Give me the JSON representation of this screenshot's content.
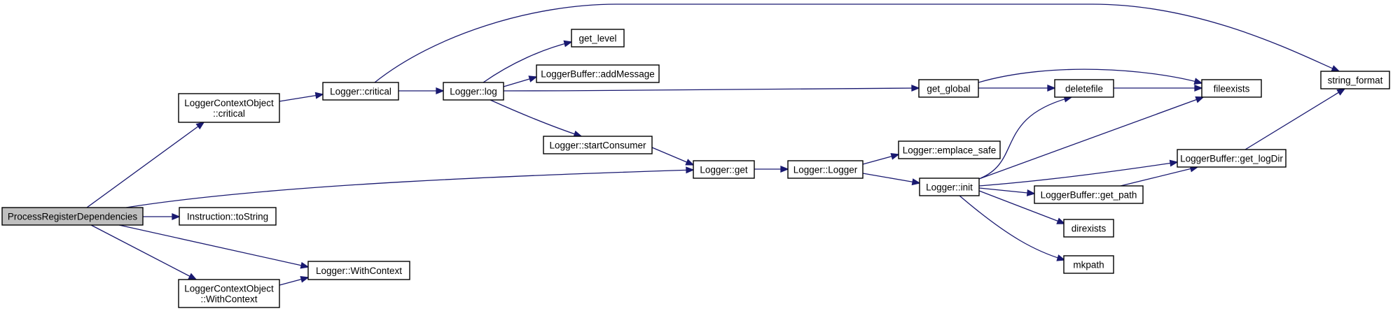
{
  "graph": {
    "node_fill": "#ffffff",
    "highlight_fill": "#bfbfbf",
    "edge_color": "#191970",
    "nodes": {
      "process_register_dependencies": {
        "lines": [
          "ProcessRegisterDependencies"
        ],
        "highlight": true
      },
      "ctx_critical": {
        "lines": [
          "LoggerContextObject",
          "::critical"
        ]
      },
      "instruction_tostring": {
        "lines": [
          "Instruction::toString"
        ]
      },
      "ctx_withcontext": {
        "lines": [
          "LoggerContextObject",
          "::WithContext"
        ]
      },
      "logger_withcontext": {
        "lines": [
          "Logger::WithContext"
        ]
      },
      "logger_critical": {
        "lines": [
          "Logger::critical"
        ]
      },
      "logger_log": {
        "lines": [
          "Logger::log"
        ]
      },
      "get_level": {
        "lines": [
          "get_level"
        ]
      },
      "addmessage": {
        "lines": [
          "LoggerBuffer::addMessage"
        ]
      },
      "startconsumer": {
        "lines": [
          "Logger::startConsumer"
        ]
      },
      "logger_get": {
        "lines": [
          "Logger::get"
        ]
      },
      "logger_ctor": {
        "lines": [
          "Logger::Logger"
        ]
      },
      "emplace_safe": {
        "lines": [
          "Logger::emplace_safe"
        ]
      },
      "logger_init": {
        "lines": [
          "Logger::init"
        ]
      },
      "get_global": {
        "lines": [
          "get_global"
        ]
      },
      "deletefile": {
        "lines": [
          "deletefile"
        ]
      },
      "fileexists": {
        "lines": [
          "fileexists"
        ]
      },
      "string_format": {
        "lines": [
          "string_format"
        ]
      },
      "get_logdir": {
        "lines": [
          "LoggerBuffer::get_logDir"
        ]
      },
      "get_path": {
        "lines": [
          "LoggerBuffer::get_path"
        ]
      },
      "direxists": {
        "lines": [
          "direxists"
        ]
      },
      "mkpath": {
        "lines": [
          "mkpath"
        ]
      }
    },
    "edges": [
      [
        "process_register_dependencies",
        "ctx_critical"
      ],
      [
        "process_register_dependencies",
        "logger_get"
      ],
      [
        "process_register_dependencies",
        "instruction_tostring"
      ],
      [
        "process_register_dependencies",
        "logger_withcontext"
      ],
      [
        "process_register_dependencies",
        "ctx_withcontext"
      ],
      [
        "ctx_critical",
        "logger_critical"
      ],
      [
        "ctx_withcontext",
        "logger_withcontext"
      ],
      [
        "logger_critical",
        "logger_log"
      ],
      [
        "logger_critical",
        "string_format"
      ],
      [
        "logger_log",
        "get_level"
      ],
      [
        "logger_log",
        "addmessage"
      ],
      [
        "logger_log",
        "get_global"
      ],
      [
        "logger_log",
        "startconsumer"
      ],
      [
        "startconsumer",
        "logger_get"
      ],
      [
        "logger_get",
        "logger_ctor"
      ],
      [
        "logger_ctor",
        "emplace_safe"
      ],
      [
        "logger_ctor",
        "logger_init"
      ],
      [
        "get_global",
        "fileexists"
      ],
      [
        "get_global",
        "deletefile"
      ],
      [
        "deletefile",
        "fileexists"
      ],
      [
        "logger_init",
        "deletefile"
      ],
      [
        "logger_init",
        "fileexists"
      ],
      [
        "logger_init",
        "get_logdir"
      ],
      [
        "logger_init",
        "get_path"
      ],
      [
        "logger_init",
        "direxists"
      ],
      [
        "logger_init",
        "mkpath"
      ],
      [
        "get_path",
        "get_logdir"
      ],
      [
        "get_logdir",
        "string_format"
      ]
    ]
  }
}
